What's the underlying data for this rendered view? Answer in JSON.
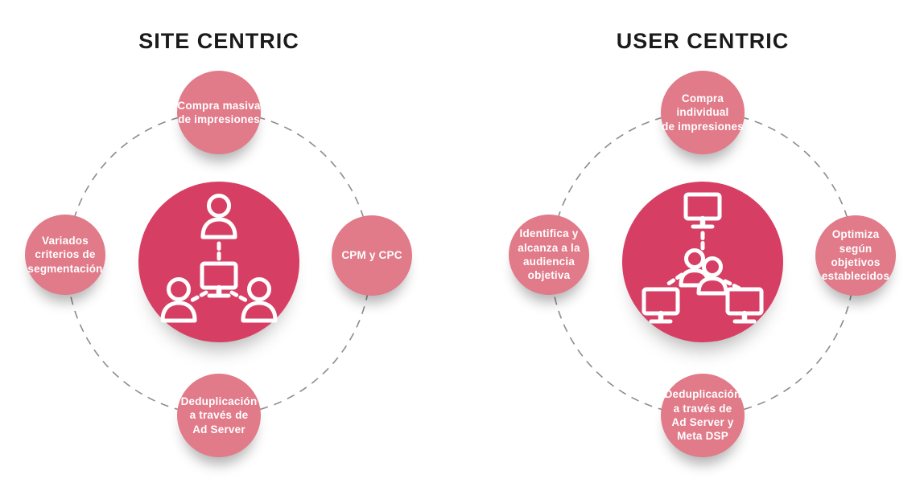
{
  "colors": {
    "center_circle": "#d63f63",
    "node_circle": "#e17a89",
    "ring": "#8c8c8c",
    "title_text": "#1b1b1b",
    "node_text": "#ffffff"
  },
  "diagrams": [
    {
      "title": "SITE CENTRIC",
      "center_icon": "site-network-icon",
      "nodes": {
        "top": {
          "label": "Compra masiva\nde impresiones"
        },
        "left": {
          "label": "Variados\ncriterios de\nsegmentación"
        },
        "right": {
          "label": "CPM y CPC"
        },
        "bottom": {
          "label": "Deduplicación\na través de\nAd Server"
        }
      }
    },
    {
      "title": "USER CENTRIC",
      "center_icon": "user-network-icon",
      "nodes": {
        "top": {
          "label": "Compra\nindividual\nde impresiones"
        },
        "left": {
          "label": "Identifica y\nalcanza a la\naudiencia\nobjetiva"
        },
        "right": {
          "label": "Optimiza según\nobjetivos\nestablecidos"
        },
        "bottom": {
          "label": "Deduplicación\na través de\nAd Server y\nMeta DSP"
        }
      }
    }
  ]
}
